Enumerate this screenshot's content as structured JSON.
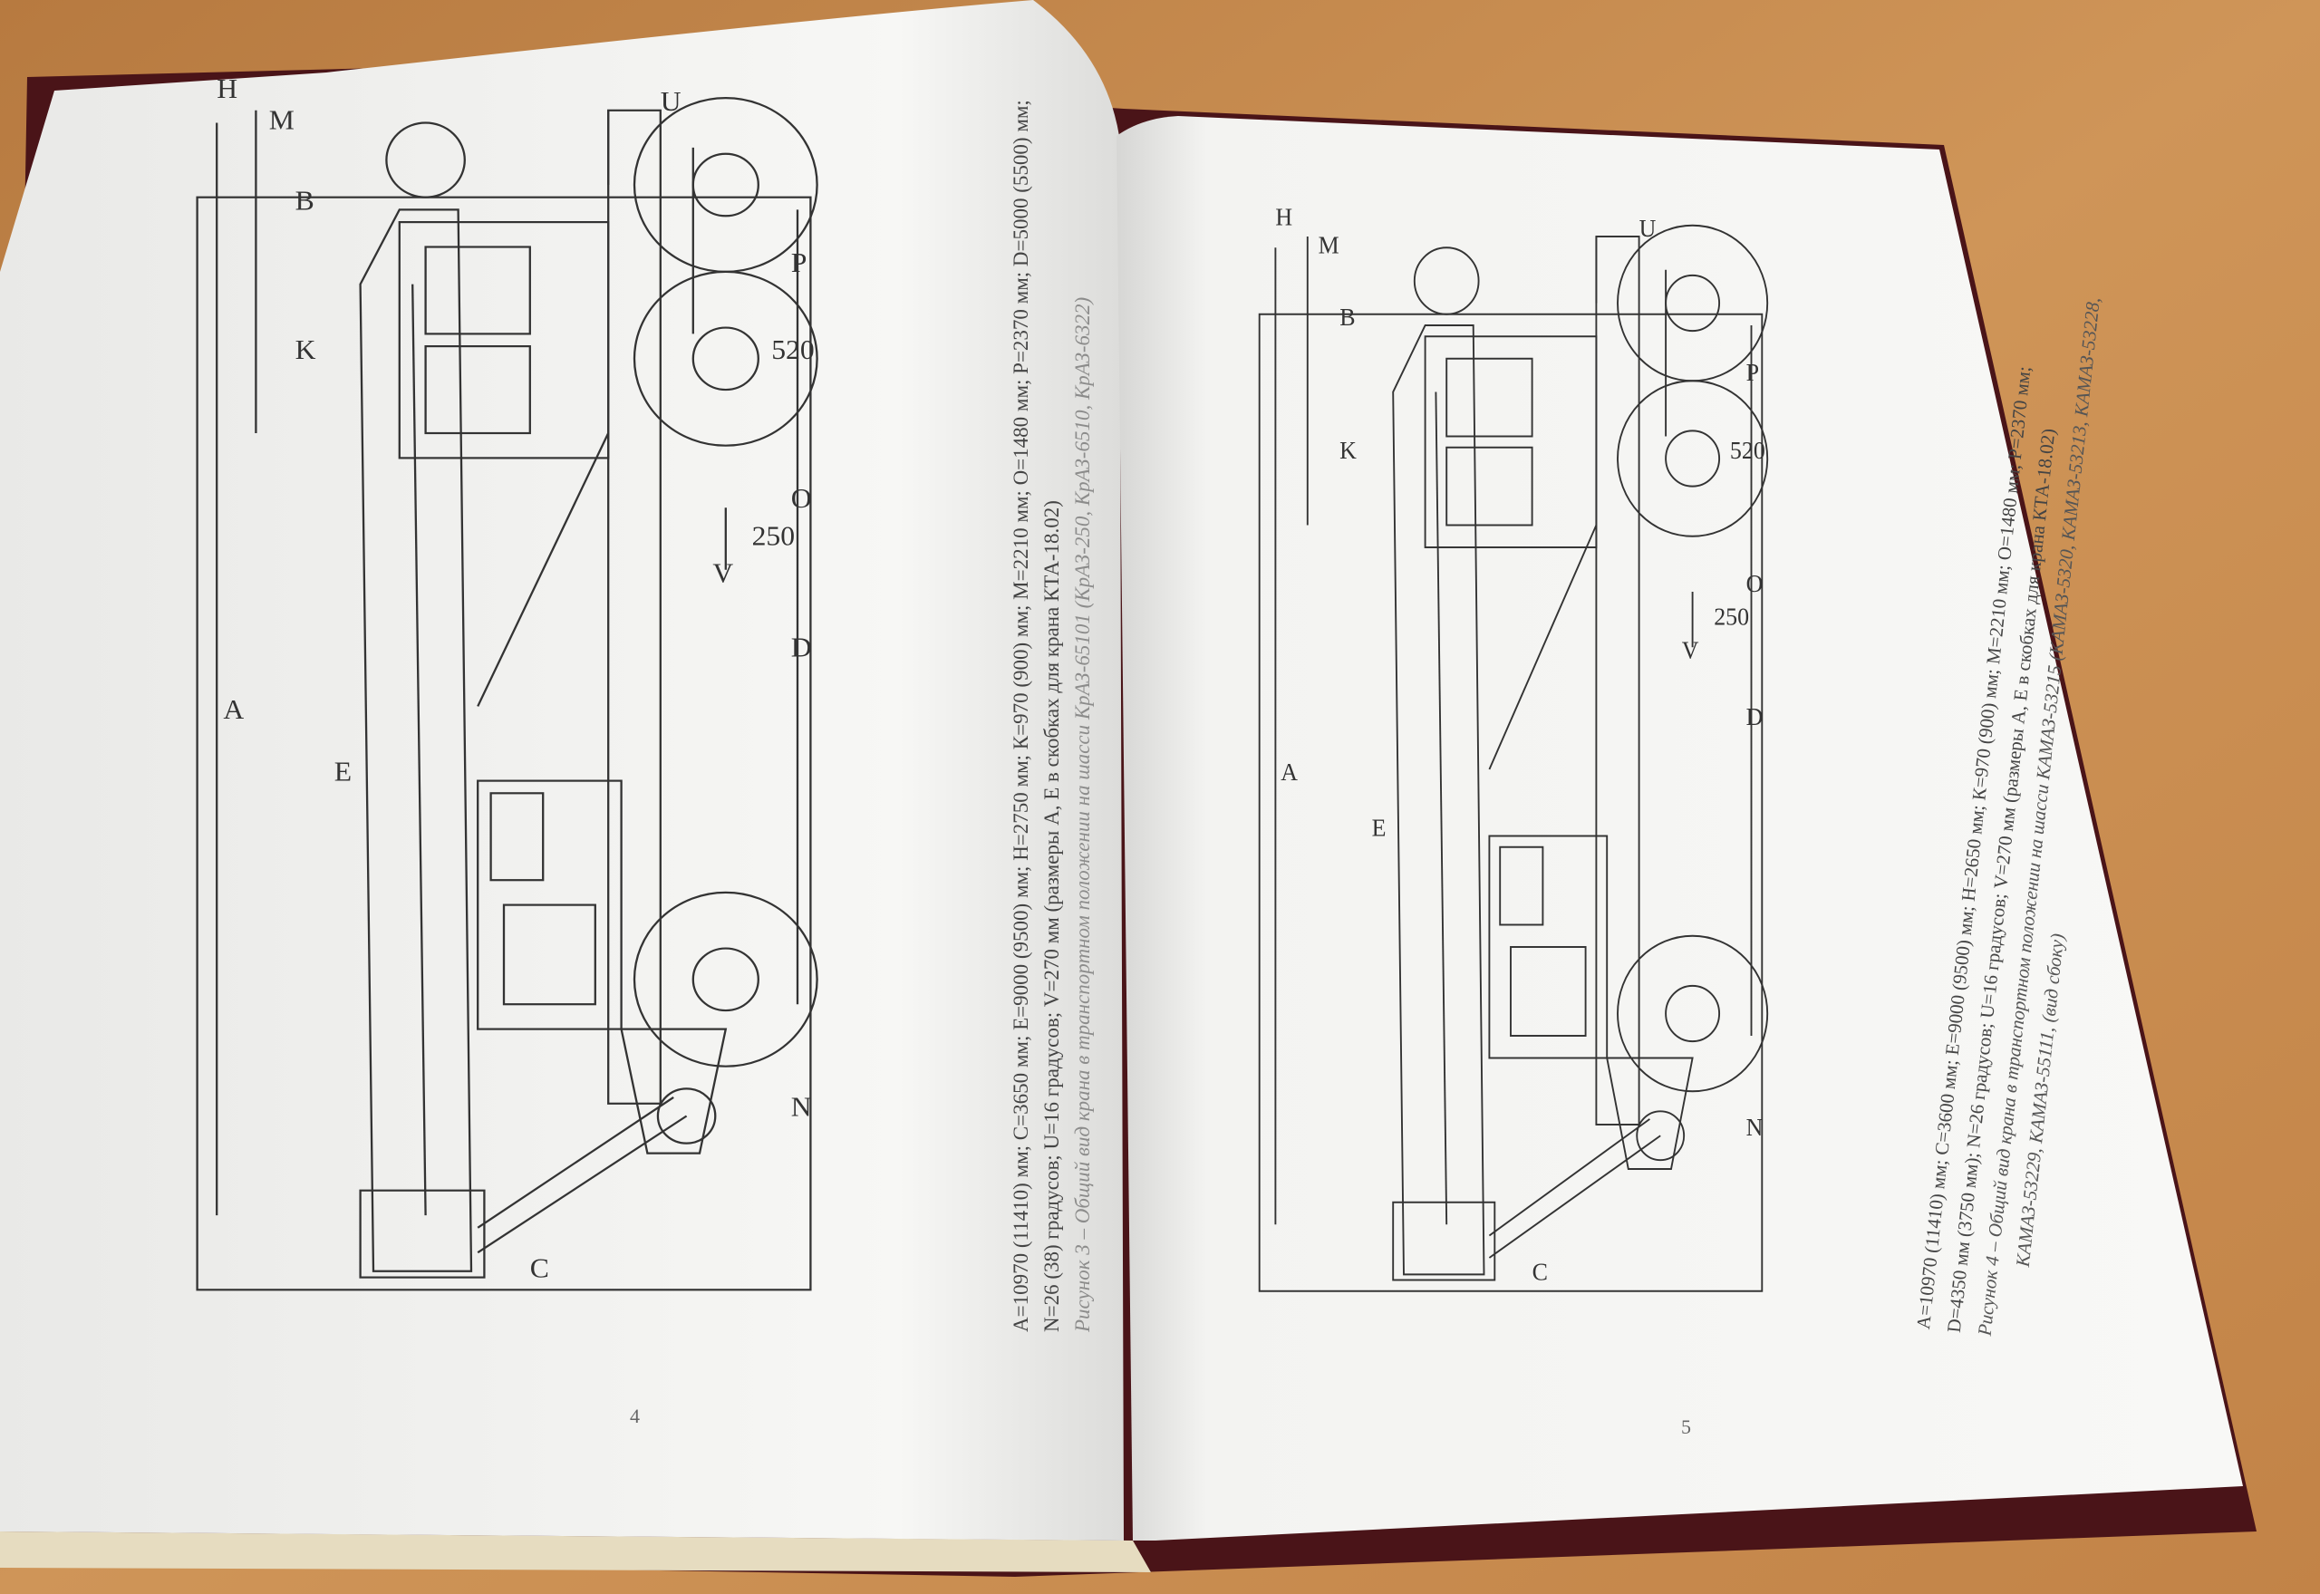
{
  "left_page": {
    "page_number": "4",
    "caption_lines": [
      "А=10970 (11410) мм; С=3650 мм; Е=9000 (9500) мм; Н=2750 мм; К=970 (900) мм; М=2210 мм; О=1480 мм; Р=2370 мм; D=5000 (5500) мм;",
      "N=26 (38) градусов; U=16 градусов; V=270 мм (размеры А, Е в скобках для крана КТА-18.02)"
    ],
    "figure_caption": "Рисунок 3 – Общий вид крана в транспортном положении на шасси КрАЗ-65101 (КрАЗ-250, КрАЗ-6510, КрАЗ-6322)",
    "labels": {
      "A": "A",
      "B": "B",
      "C": "C",
      "D": "D",
      "E": "E",
      "H": "H",
      "K": "K",
      "M": "M",
      "N": "N",
      "O": "O",
      "P": "P",
      "U": "U",
      "V": "V",
      "d250": "250",
      "d520": "520"
    }
  },
  "right_page": {
    "page_number": "5",
    "caption_lines": [
      "А=10970 (11410) мм; С=3600 мм; Е=9000 (9500) мм; Н=2650 мм; К=970 (900) мм; М=2210 мм; О=1480 мм; Р=2370 мм;",
      "D=4350 мм (3750 мм); N=26 градусов; U=16 градусов; V=270 мм (размеры А, Е в скобках для крана КТА-18.02)"
    ],
    "figure_caption_lines": [
      "Рисунок 4 – Общий вид крана в транспортном положении на шасси КАМАЗ-53215 (КАМАЗ-5320, КАМАЗ-53213, КАМАЗ-53228,",
      "КАМАЗ-53229, КАМАЗ-55111, (вид сбоку)"
    ],
    "labels": {
      "A": "A",
      "B": "B",
      "C": "C",
      "D": "D",
      "E": "E",
      "H": "H",
      "K": "K",
      "M": "M",
      "N": "N",
      "O": "O",
      "P": "P",
      "U": "U",
      "V": "V",
      "d250": "250",
      "d520": "520"
    }
  },
  "colors": {
    "table": "#c8894a",
    "cover": "#4a1418",
    "paper": "#f4f4f2",
    "ink": "#333333"
  }
}
